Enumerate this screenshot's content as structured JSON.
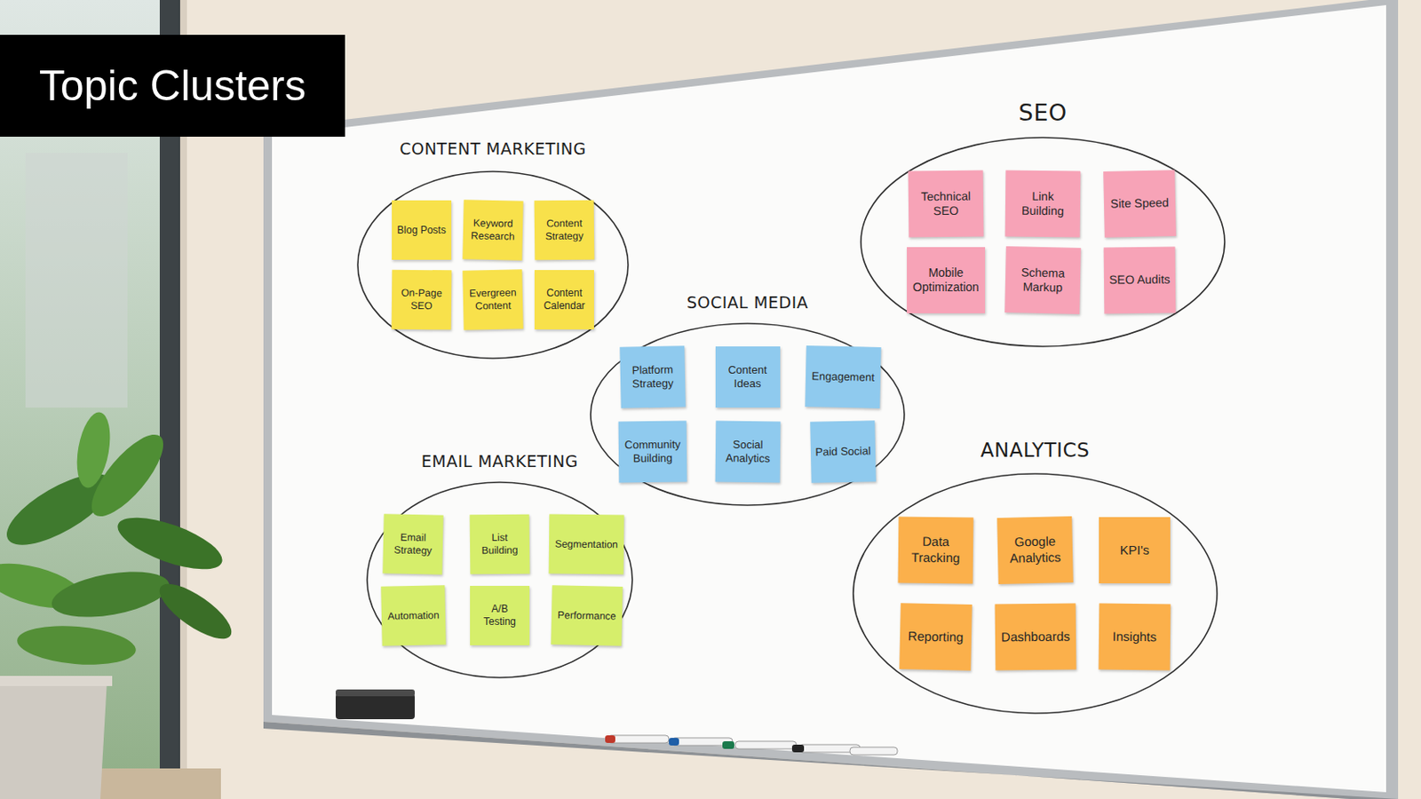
{
  "diagram": {
    "title": "Topic Clusters",
    "nodes": [
      {
        "text": [
          "CONTENT MARKETING"
        ]
      },
      {
        "text": [
          "Blog Posts"
        ],
        "in": 0
      },
      {
        "text": [
          "Keyword Research"
        ],
        "in": 0
      },
      {
        "text": [
          "Content Strategy"
        ],
        "in": 0
      },
      {
        "text": [
          "On-Page SEO"
        ],
        "in": 0
      },
      {
        "text": [
          "Evergreen Content"
        ],
        "in": 0
      },
      {
        "text": [
          "Content Calendar"
        ],
        "in": 0
      },
      {
        "text": [
          "SEO"
        ]
      },
      {
        "text": [
          "Technical SEO"
        ],
        "in": 7
      },
      {
        "text": [
          "Link Building"
        ],
        "in": 7
      },
      {
        "text": [
          "Site Speed"
        ],
        "in": 7
      },
      {
        "text": [
          "Mobile Optimization"
        ],
        "in": 7
      },
      {
        "text": [
          "Schema Markup"
        ],
        "in": 7
      },
      {
        "text": [
          "SEO Audits"
        ],
        "in": 7
      },
      {
        "text": [
          "SOCIAL MEDIA"
        ]
      },
      {
        "text": [
          "Platform Strategy"
        ],
        "in": 14
      },
      {
        "text": [
          "Content Ideas"
        ],
        "in": 14
      },
      {
        "text": [
          "Engagement"
        ],
        "in": 14
      },
      {
        "text": [
          "Community Building"
        ],
        "in": 14
      },
      {
        "text": [
          "Social Analytics"
        ],
        "in": 14
      },
      {
        "text": [
          "Paid Social"
        ],
        "in": 14
      },
      {
        "text": [
          "EMAIL MARKETING"
        ]
      },
      {
        "text": [
          "Email Strategy"
        ],
        "in": 21
      },
      {
        "text": [
          "List Building"
        ],
        "in": 21
      },
      {
        "text": [
          "Segmentation"
        ],
        "in": 21
      },
      {
        "text": [
          "Automation"
        ],
        "in": 21
      },
      {
        "text": [
          "A/B Testing"
        ],
        "in": 21
      },
      {
        "text": [
          "Performance"
        ],
        "in": 21
      },
      {
        "text": [
          "ANALYTICS"
        ]
      },
      {
        "text": [
          "Data Tracking"
        ],
        "in": 28
      },
      {
        "text": [
          "Google Analytics"
        ],
        "in": 28
      },
      {
        "text": [
          "KPI's"
        ],
        "in": 28
      },
      {
        "text": [
          "Reporting"
        ],
        "in": 28
      },
      {
        "text": [
          "Dashboards"
        ],
        "in": 28
      },
      {
        "text": [
          "Insights"
        ],
        "in": 28
      }
    ]
  }
}
